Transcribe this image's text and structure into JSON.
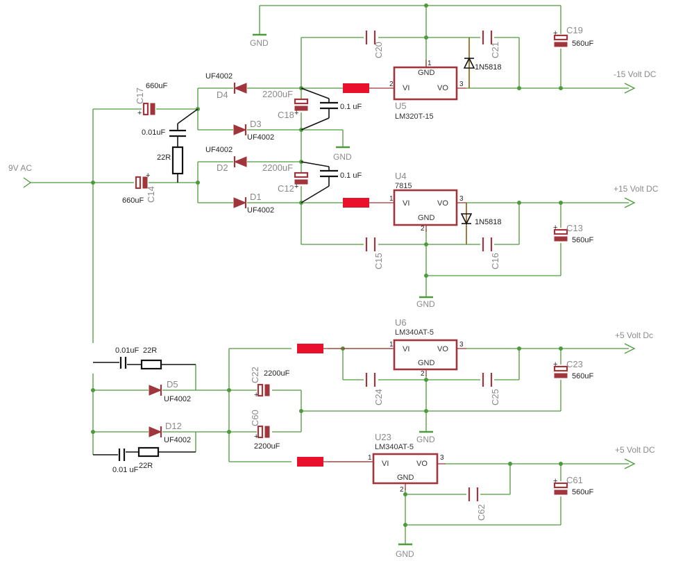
{
  "nets": {
    "input": "9V AC",
    "out_neg15": "-15 Volt DC",
    "out_pos15": "+15 Volt DC",
    "out_5a": "+5 Volt Dc",
    "out_5b": "+5 Volt DC",
    "gnd": "GND"
  },
  "regulators": {
    "u5": {
      "ref": "U5",
      "part": "LM320T-15",
      "pin_gnd": "GND",
      "pin_vi": "VI",
      "pin_vo": "VO",
      "pin1": "1",
      "pin2": "2",
      "pin3": "3"
    },
    "u4": {
      "ref": "U4",
      "part": "7815",
      "pin_gnd": "GND",
      "pin_vi": "VI",
      "pin_vo": "VO",
      "pin1": "1",
      "pin2": "2",
      "pin3": "3"
    },
    "u6": {
      "ref": "U6",
      "part": "LM340AT-5",
      "pin_gnd": "GND",
      "pin_vi": "VI",
      "pin_vo": "VO",
      "pin1": "1",
      "pin2": "2",
      "pin3": "3"
    },
    "u23": {
      "ref": "U23",
      "part": "LM340AT-5",
      "pin_gnd": "GND",
      "pin_vi": "VI",
      "pin_vo": "VO",
      "pin1": "1",
      "pin2": "2",
      "pin3": "3"
    }
  },
  "diodes": {
    "d4": {
      "ref": "D4",
      "part": "UF4002"
    },
    "d3": {
      "ref": "D3",
      "part": "UF4002"
    },
    "d2": {
      "ref": "D2",
      "part": "UF4002"
    },
    "d1": {
      "ref": "D1",
      "part": "UF4002"
    },
    "d5": {
      "ref": "D5",
      "part": "UF4002"
    },
    "d12": {
      "ref": "D12",
      "part": "UF4002"
    },
    "schottky": "1N5818"
  },
  "capacitors": {
    "c17": {
      "ref": "C17",
      "value": "660uF"
    },
    "c14": {
      "ref": "C14",
      "value": "660uF"
    },
    "c18": {
      "ref": "C18",
      "value": "2200uF"
    },
    "c12": {
      "ref": "C12",
      "value": "2200uF"
    },
    "c19": {
      "ref": "C19",
      "value": "560uF"
    },
    "c13": {
      "ref": "C13",
      "value": "560uF"
    },
    "c23": {
      "ref": "C23",
      "value": "560uF"
    },
    "c61": {
      "ref": "C61",
      "value": "560uF"
    },
    "c22": {
      "ref": "C22",
      "value": "2200uF"
    },
    "c60": {
      "ref": "C60",
      "value": "2200uF"
    },
    "c20": "C20",
    "c21": "C21",
    "c15": "C15",
    "c16": "C16",
    "c24": "C24",
    "c25": "C25",
    "c62": "C62"
  },
  "added_parts": {
    "cap_small": "0.01uF",
    "cap_small_b": "0.01 uF",
    "cap_decouple": "0.1 uF",
    "resistor": "22R"
  },
  "markers": {
    "plus": "+"
  }
}
